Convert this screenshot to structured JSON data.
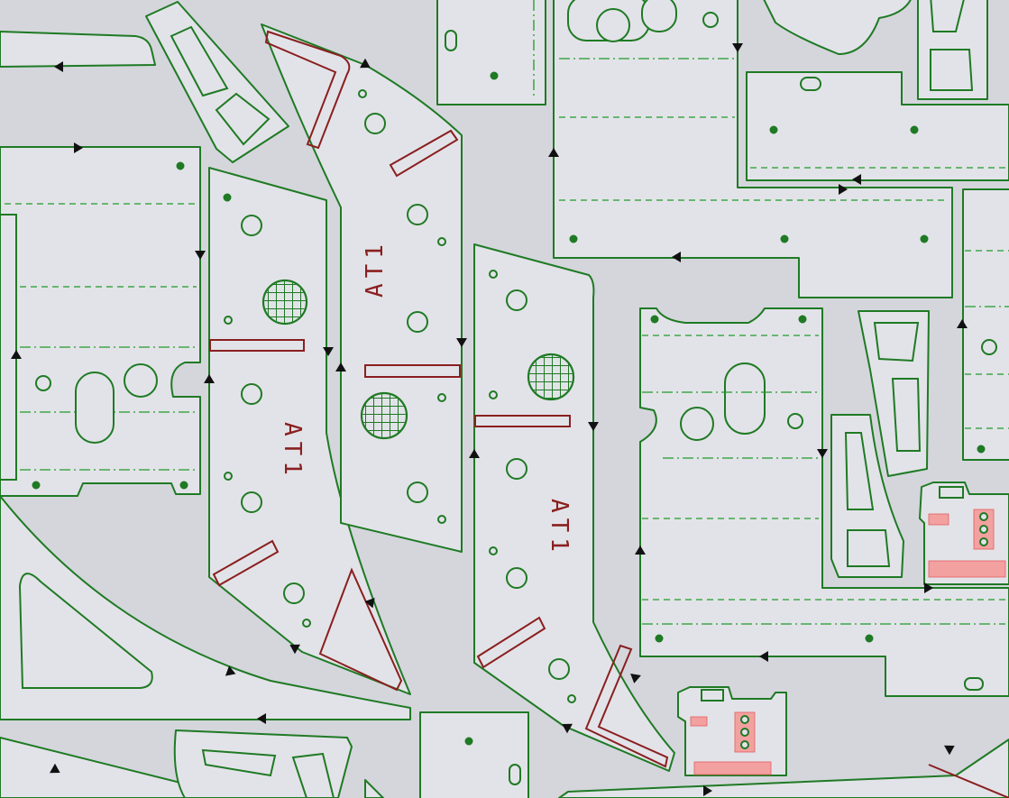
{
  "colors": {
    "background": "#d4d6dc",
    "part_fill": "#e2e3e8",
    "cut_outline": "#1f7a24",
    "score_line": "#8a1f1f",
    "label": "#8a1f1f",
    "highlight": "#f3a0a0"
  },
  "part_labels": [
    "AT1",
    "AT1",
    "AT1"
  ],
  "icons": [
    "direction-arrow-icon",
    "pin-hole-icon",
    "mesh-grid-icon"
  ]
}
